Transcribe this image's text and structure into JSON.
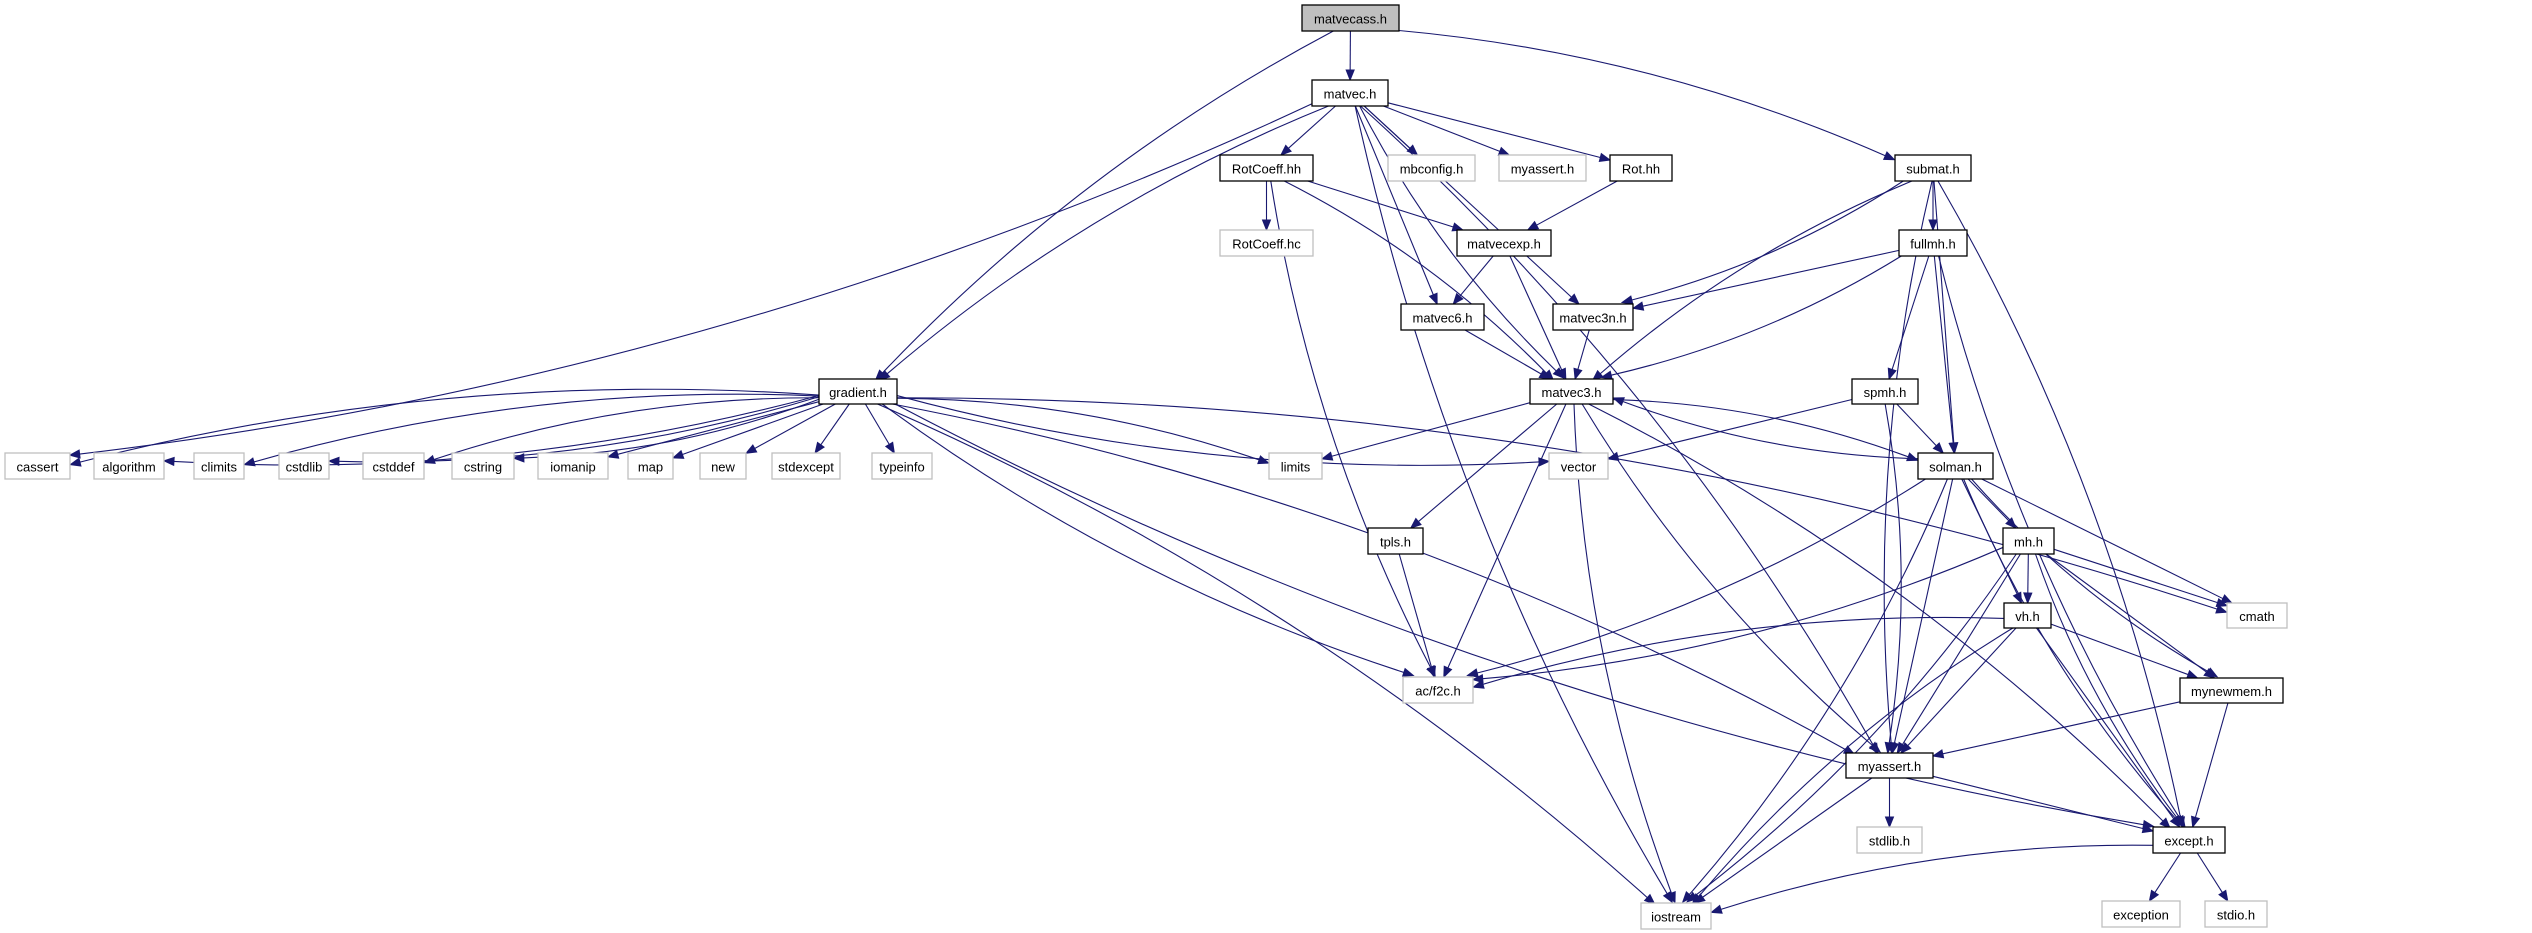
{
  "title": "matvecass.h",
  "colors": {
    "edge": "#191970",
    "root_fill": "#bfbfbf",
    "doc_border": "#000000",
    "ext_border": "#bfbfbf"
  },
  "nodes": [
    {
      "id": "matvecass",
      "label": "matvecass.h",
      "kind": "root"
    },
    {
      "id": "matvec",
      "label": "matvec.h",
      "kind": "doc"
    },
    {
      "id": "submat",
      "label": "submat.h",
      "kind": "doc"
    },
    {
      "id": "gradient",
      "label": "gradient.h",
      "kind": "doc"
    },
    {
      "id": "RotCoeffhh",
      "label": "RotCoeff.hh",
      "kind": "doc"
    },
    {
      "id": "mbconfig",
      "label": "mbconfig.h",
      "kind": "ext"
    },
    {
      "id": "myassert_top",
      "label": "myassert.h",
      "kind": "ext"
    },
    {
      "id": "Rothh",
      "label": "Rot.hh",
      "kind": "doc"
    },
    {
      "id": "RotCoeffhc",
      "label": "RotCoeff.hc",
      "kind": "ext"
    },
    {
      "id": "matvecexp",
      "label": "matvecexp.h",
      "kind": "doc"
    },
    {
      "id": "fullmh",
      "label": "fullmh.h",
      "kind": "doc"
    },
    {
      "id": "matvec6",
      "label": "matvec6.h",
      "kind": "doc"
    },
    {
      "id": "matvec3n",
      "label": "matvec3n.h",
      "kind": "doc"
    },
    {
      "id": "matvec3",
      "label": "matvec3.h",
      "kind": "doc"
    },
    {
      "id": "spmh",
      "label": "spmh.h",
      "kind": "doc"
    },
    {
      "id": "cassert",
      "label": "cassert",
      "kind": "ext"
    },
    {
      "id": "algorithm",
      "label": "algorithm",
      "kind": "ext"
    },
    {
      "id": "climits",
      "label": "climits",
      "kind": "ext"
    },
    {
      "id": "cstdlib",
      "label": "cstdlib",
      "kind": "ext"
    },
    {
      "id": "cstddef",
      "label": "cstddef",
      "kind": "ext"
    },
    {
      "id": "cstring",
      "label": "cstring",
      "kind": "ext"
    },
    {
      "id": "iomanip",
      "label": "iomanip",
      "kind": "ext"
    },
    {
      "id": "map",
      "label": "map",
      "kind": "ext"
    },
    {
      "id": "new",
      "label": "new",
      "kind": "ext"
    },
    {
      "id": "stdexcept",
      "label": "stdexcept",
      "kind": "ext"
    },
    {
      "id": "typeinfo",
      "label": "typeinfo",
      "kind": "ext"
    },
    {
      "id": "limits",
      "label": "limits",
      "kind": "ext"
    },
    {
      "id": "vector",
      "label": "vector",
      "kind": "ext"
    },
    {
      "id": "solman",
      "label": "solman.h",
      "kind": "doc"
    },
    {
      "id": "tpls",
      "label": "tpls.h",
      "kind": "doc"
    },
    {
      "id": "mh",
      "label": "mh.h",
      "kind": "doc"
    },
    {
      "id": "vh",
      "label": "vh.h",
      "kind": "doc"
    },
    {
      "id": "cmath",
      "label": "cmath",
      "kind": "ext"
    },
    {
      "id": "acf2c",
      "label": "ac/f2c.h",
      "kind": "ext"
    },
    {
      "id": "mynewmem",
      "label": "mynewmem.h",
      "kind": "doc"
    },
    {
      "id": "myassert",
      "label": "myassert.h",
      "kind": "doc"
    },
    {
      "id": "stdlib",
      "label": "stdlib.h",
      "kind": "ext"
    },
    {
      "id": "except",
      "label": "except.h",
      "kind": "doc"
    },
    {
      "id": "iostream",
      "label": "iostream",
      "kind": "ext"
    },
    {
      "id": "exception",
      "label": "exception",
      "kind": "ext"
    },
    {
      "id": "stdio",
      "label": "stdio.h",
      "kind": "ext"
    }
  ],
  "edges": [
    [
      "matvecass",
      "matvec"
    ],
    [
      "matvecass",
      "gradient"
    ],
    [
      "matvecass",
      "submat"
    ],
    [
      "matvec",
      "RotCoeffhh"
    ],
    [
      "matvec",
      "mbconfig"
    ],
    [
      "matvec",
      "myassert_top"
    ],
    [
      "matvec",
      "Rothh"
    ],
    [
      "matvec",
      "gradient"
    ],
    [
      "matvec",
      "cassert"
    ],
    [
      "matvec",
      "matvec6"
    ],
    [
      "matvec",
      "matvec3n"
    ],
    [
      "matvec",
      "matvec3"
    ],
    [
      "matvec",
      "myassert"
    ],
    [
      "matvec",
      "iostream"
    ],
    [
      "RotCoeffhh",
      "RotCoeffhc"
    ],
    [
      "RotCoeffhh",
      "matvecexp"
    ],
    [
      "RotCoeffhh",
      "matvec3"
    ],
    [
      "RotCoeffhh",
      "acf2c"
    ],
    [
      "Rothh",
      "matvecexp"
    ],
    [
      "matvecexp",
      "matvec6"
    ],
    [
      "matvecexp",
      "matvec3"
    ],
    [
      "matvec6",
      "matvec3"
    ],
    [
      "matvec3n",
      "matvec3"
    ],
    [
      "submat",
      "fullmh"
    ],
    [
      "submat",
      "matvec3n"
    ],
    [
      "submat",
      "matvec3"
    ],
    [
      "submat",
      "solman"
    ],
    [
      "submat",
      "myassert"
    ],
    [
      "submat",
      "except"
    ],
    [
      "fullmh",
      "matvec3n"
    ],
    [
      "fullmh",
      "matvec3"
    ],
    [
      "fullmh",
      "spmh"
    ],
    [
      "fullmh",
      "solman"
    ],
    [
      "fullmh",
      "except"
    ],
    [
      "spmh",
      "vector"
    ],
    [
      "spmh",
      "solman"
    ],
    [
      "spmh",
      "myassert"
    ],
    [
      "gradient",
      "cassert"
    ],
    [
      "gradient",
      "algorithm"
    ],
    [
      "gradient",
      "climits"
    ],
    [
      "gradient",
      "cstdlib"
    ],
    [
      "gradient",
      "cstddef"
    ],
    [
      "gradient",
      "cstring"
    ],
    [
      "gradient",
      "iomanip"
    ],
    [
      "gradient",
      "map"
    ],
    [
      "gradient",
      "new"
    ],
    [
      "gradient",
      "stdexcept"
    ],
    [
      "gradient",
      "typeinfo"
    ],
    [
      "gradient",
      "limits"
    ],
    [
      "gradient",
      "vector"
    ],
    [
      "gradient",
      "cmath"
    ],
    [
      "gradient",
      "acf2c"
    ],
    [
      "gradient",
      "myassert"
    ],
    [
      "gradient",
      "except"
    ],
    [
      "gradient",
      "iostream"
    ],
    [
      "matvec3",
      "limits"
    ],
    [
      "matvec3",
      "tpls"
    ],
    [
      "matvec3",
      "acf2c"
    ],
    [
      "matvec3",
      "solman"
    ],
    [
      "matvec3",
      "myassert"
    ],
    [
      "matvec3",
      "except"
    ],
    [
      "matvec3",
      "iostream"
    ],
    [
      "solman",
      "matvec3"
    ],
    [
      "solman",
      "mh"
    ],
    [
      "solman",
      "vh"
    ],
    [
      "solman",
      "cmath"
    ],
    [
      "solman",
      "acf2c"
    ],
    [
      "solman",
      "mynewmem"
    ],
    [
      "solman",
      "myassert"
    ],
    [
      "solman",
      "except"
    ],
    [
      "solman",
      "iostream"
    ],
    [
      "tpls",
      "acf2c"
    ],
    [
      "mh",
      "vh"
    ],
    [
      "mh",
      "cmath"
    ],
    [
      "mh",
      "acf2c"
    ],
    [
      "mh",
      "mynewmem"
    ],
    [
      "mh",
      "myassert"
    ],
    [
      "mh",
      "except"
    ],
    [
      "mh",
      "iostream"
    ],
    [
      "vh",
      "acf2c"
    ],
    [
      "vh",
      "mynewmem"
    ],
    [
      "vh",
      "myassert"
    ],
    [
      "vh",
      "except"
    ],
    [
      "vh",
      "iostream"
    ],
    [
      "mynewmem",
      "myassert"
    ],
    [
      "mynewmem",
      "except"
    ],
    [
      "myassert",
      "stdlib"
    ],
    [
      "myassert",
      "except"
    ],
    [
      "myassert",
      "iostream"
    ],
    [
      "except",
      "exception"
    ],
    [
      "except",
      "stdio"
    ],
    [
      "except",
      "iostream"
    ]
  ]
}
